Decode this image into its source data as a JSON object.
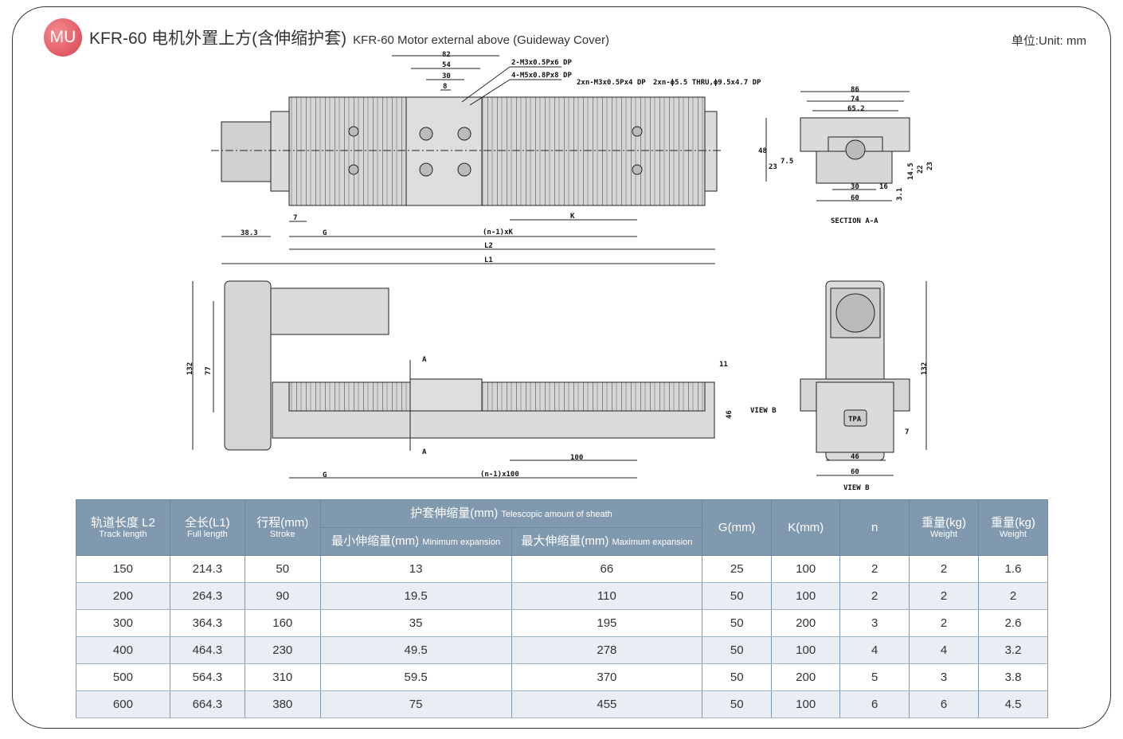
{
  "header": {
    "logo": "MU",
    "title_cn": "KFR-60 电机外置上方(含伸缩护套)",
    "title_en": "KFR-60 Motor external above (Guideway Cover)",
    "unit": "单位:Unit: mm"
  },
  "top_view": {
    "d82": "82",
    "d54": "54",
    "d30": "30",
    "d8": "8",
    "note1": "2-M3x0.5Px6 DP",
    "note2": "4-M5x0.8Px8 DP",
    "note3": "2xn-M3x0.5Px4 DP",
    "note4": "2xn-ϕ5.5 THRU,ϕ9.5x4.7 DP",
    "d7": "7",
    "d383": "38.3",
    "G": "G",
    "n1K": "(n-1)xK",
    "K": "K",
    "L2": "L2",
    "L1": "L1"
  },
  "section": {
    "d86": "86",
    "d74": "74",
    "d652": "65.2",
    "d48": "48",
    "d23a": "23",
    "d75": "7.5",
    "d145": "14.5",
    "d22": "22",
    "d23b": "23",
    "d30": "30",
    "d16": "16",
    "d60": "60",
    "d31": "3.1",
    "label": "SECTION A-A"
  },
  "side_view": {
    "d132": "132",
    "d77": "77",
    "A": "A",
    "A2": "A",
    "d11": "11",
    "viewb": "VIEW B",
    "d46": "46",
    "d100": "100",
    "G": "G",
    "n1100": "(n-1)x100"
  },
  "view_b": {
    "d132": "132",
    "d7": "7",
    "d46": "46",
    "d60": "60",
    "label": "VIEW B",
    "brand": "TPA"
  },
  "table": {
    "h_l2_cn": "轨道长度 L2",
    "h_l2_en": "Track length",
    "h_l1_cn": "全长(L1)",
    "h_l1_en": "Full length",
    "h_stroke_cn": "行程(mm)",
    "h_stroke_en": "Stroke",
    "h_sheath_cn": "护套伸缩量(mm)",
    "h_sheath_en": "Telescopic amount of sheath",
    "h_min_cn": "最小伸缩量(mm)",
    "h_min_en": "Minimum expansion",
    "h_max_cn": "最大伸缩量(mm)",
    "h_max_en": "Maximum expansion",
    "h_g": "G(mm)",
    "h_k": "K(mm)",
    "h_n": "n",
    "h_w1_cn": "重量(kg)",
    "h_w1_en": "Weight",
    "h_w2_cn": "重量(kg)",
    "h_w2_en": "Weight",
    "rows": [
      [
        "150",
        "214.3",
        "50",
        "13",
        "66",
        "25",
        "100",
        "2",
        "2",
        "1.6"
      ],
      [
        "200",
        "264.3",
        "90",
        "19.5",
        "110",
        "50",
        "100",
        "2",
        "2",
        "2"
      ],
      [
        "300",
        "364.3",
        "160",
        "35",
        "195",
        "50",
        "200",
        "3",
        "2",
        "2.6"
      ],
      [
        "400",
        "464.3",
        "230",
        "49.5",
        "278",
        "50",
        "100",
        "4",
        "4",
        "3.2"
      ],
      [
        "500",
        "564.3",
        "310",
        "59.5",
        "370",
        "50",
        "200",
        "5",
        "3",
        "3.8"
      ],
      [
        "600",
        "664.3",
        "380",
        "75",
        "455",
        "50",
        "100",
        "6",
        "6",
        "4.5"
      ]
    ]
  }
}
